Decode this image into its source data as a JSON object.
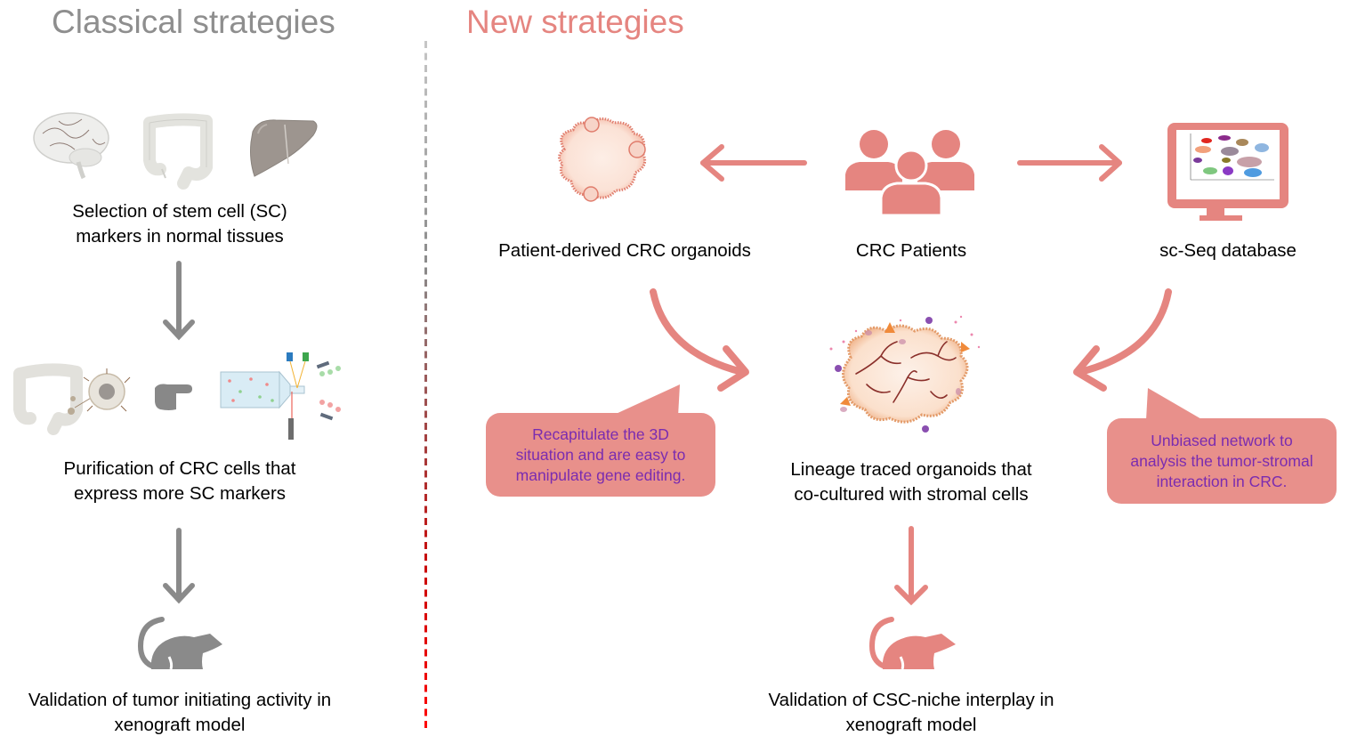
{
  "headers": {
    "classical": "Classical strategies",
    "new": "New strategies"
  },
  "classical": {
    "step1": {
      "line1": "Selection of stem cell (SC)",
      "line2": "markers in normal tissues",
      "icons": [
        "brain-icon",
        "colon-icon",
        "liver-icon"
      ]
    },
    "step2": {
      "line1": "Purification of CRC cells that",
      "line2": "express more SC markers",
      "icons": [
        "colon-tumor-icon",
        "pointing-hand-icon",
        "flow-cytometry-sorter-icon"
      ]
    },
    "step3": {
      "line1": "Validation of tumor initiating activity in",
      "line2": "xenograft model",
      "icons": [
        "mouse-icon"
      ]
    }
  },
  "new": {
    "organoids": {
      "label": "Patient-derived CRC organoids"
    },
    "patients": {
      "label": "CRC Patients"
    },
    "database": {
      "label": "sc-Seq database"
    },
    "coculture": {
      "line1": "Lineage traced organoids that",
      "line2": "co-cultured with stromal cells"
    },
    "validation": {
      "line1": "Validation of CSC-niche interplay in",
      "line2": "xenograft model"
    },
    "bubble_left": {
      "line1": "Recapitulate the 3D",
      "line2": "situation and are easy to",
      "line3": "manipulate gene editing."
    },
    "bubble_right": {
      "line1": "Unbiased network to",
      "line2": "analysis the tumor-stromal",
      "line3": "interaction in CRC."
    }
  },
  "colors": {
    "classical_gray": "#8e8e8e",
    "new_salmon": "#e58580",
    "bubble_fill": "#e8908b",
    "bubble_text": "#7a2cb0",
    "divider_top": "#c7c7c7",
    "divider_bottom": "#ff0000"
  }
}
